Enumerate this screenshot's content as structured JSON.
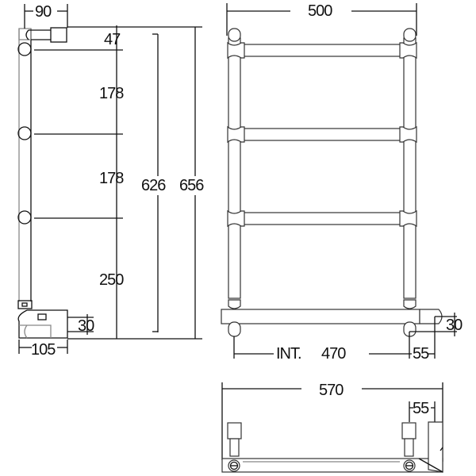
{
  "drawing": {
    "title": "Towel rail technical drawing",
    "units": "mm",
    "colors": {
      "line": "#111111",
      "secondary_line": "#888888",
      "background": "#ffffff",
      "text": "#111111"
    },
    "side_view": {
      "dim_top_depth": "90",
      "dim_top_gap": "47",
      "dim_bar_spacing_1": "178",
      "dim_bar_spacing_2": "178",
      "dim_bottom_gap": "250",
      "dim_inner_height": "626",
      "dim_total_height": "656",
      "dim_valve_height": "30",
      "dim_bottom_depth": "105"
    },
    "front_view": {
      "dim_total_width": "500",
      "dim_int_label": "INT.",
      "dim_int_width": "470",
      "dim_valve_offset": "55",
      "dim_valve_height": "30"
    },
    "top_view": {
      "dim_total_width": "570",
      "dim_valve_offset": "55"
    }
  }
}
